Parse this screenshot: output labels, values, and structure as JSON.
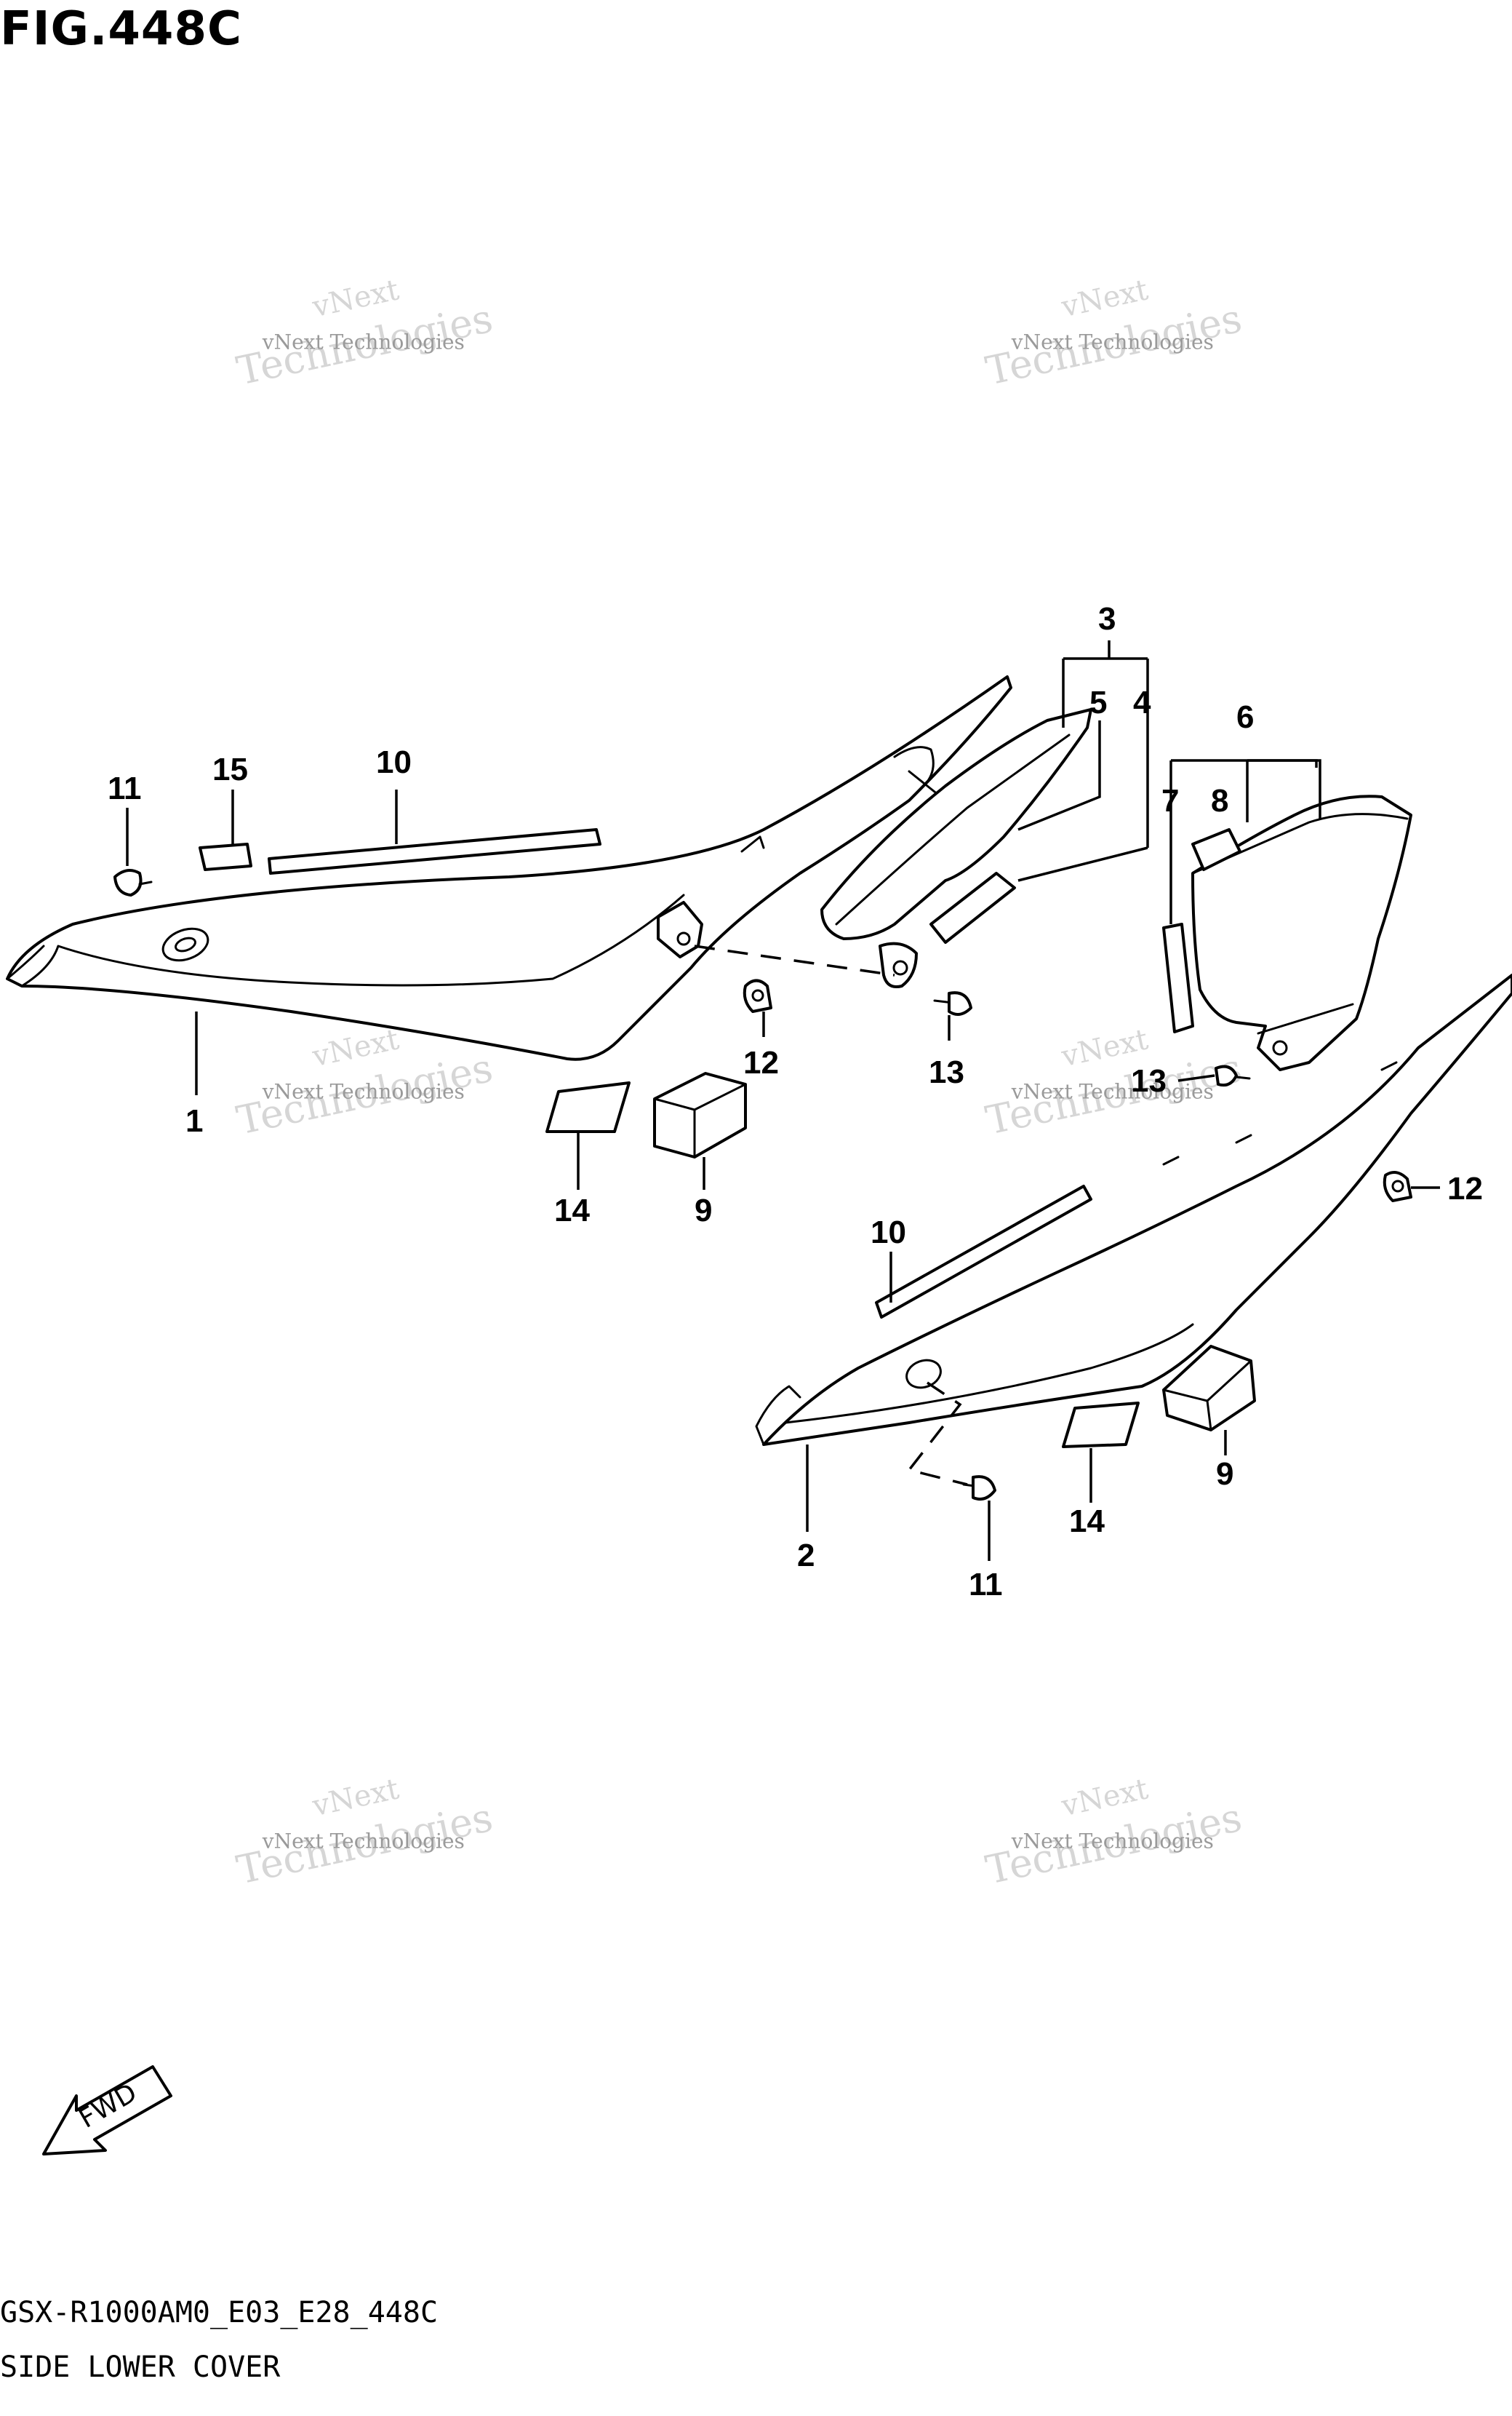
{
  "figure": {
    "title": "FIG.448C",
    "model_code": "GSX-R1000AM0_E03_E28_448C",
    "section_name": "SIDE LOWER COVER",
    "fwd_label": "FWD"
  },
  "watermark": {
    "line0": "vNext",
    "line1": "vNext Technologies",
    "line2": "Technologies"
  },
  "labels": {
    "l1": "1",
    "l2": "2",
    "l3": "3",
    "l4": "4",
    "l5": "5",
    "l6": "6",
    "l7": "7",
    "l8": "8",
    "l9a": "9",
    "l9b": "9",
    "l10a": "10",
    "l10b": "10",
    "l11a": "11",
    "l11b": "11",
    "l12a": "12",
    "l12b": "12",
    "l13a": "13",
    "l13b": "13",
    "l14a": "14",
    "l14b": "14",
    "l15": "15"
  },
  "colors": {
    "line": "#000000",
    "watermark": "#c8c8c8",
    "background": "#ffffff"
  }
}
